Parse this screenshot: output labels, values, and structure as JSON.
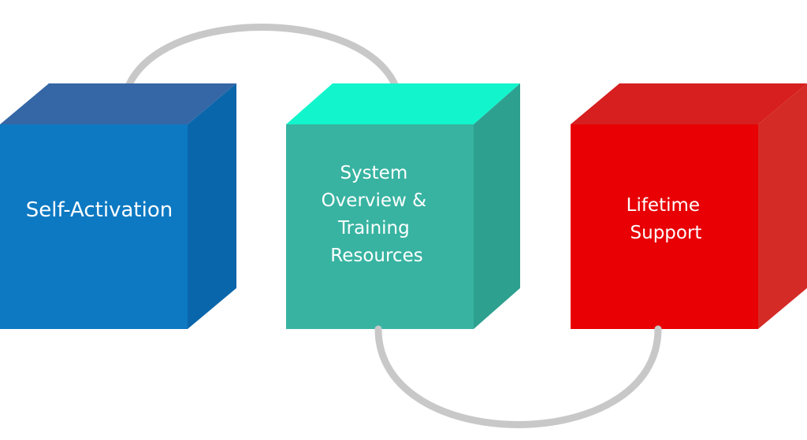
{
  "diagram": {
    "steps": [
      {
        "lines": [
          "Self-Activation"
        ],
        "colors": {
          "front": "#0d79c2",
          "top": "#3567a6",
          "side": "#0a66ab"
        }
      },
      {
        "lines": [
          "System",
          "Overview &",
          "Training",
          "Resources"
        ],
        "colors": {
          "front": "#38b3a1",
          "top": "#12f5cc",
          "side": "#2da08f"
        }
      },
      {
        "lines": [
          "Lifetime",
          "Support"
        ],
        "colors": {
          "front": "#e80004",
          "top": "#d61f1e",
          "side": "#d42b27"
        }
      }
    ],
    "connector_color": "#c8c8c8"
  }
}
